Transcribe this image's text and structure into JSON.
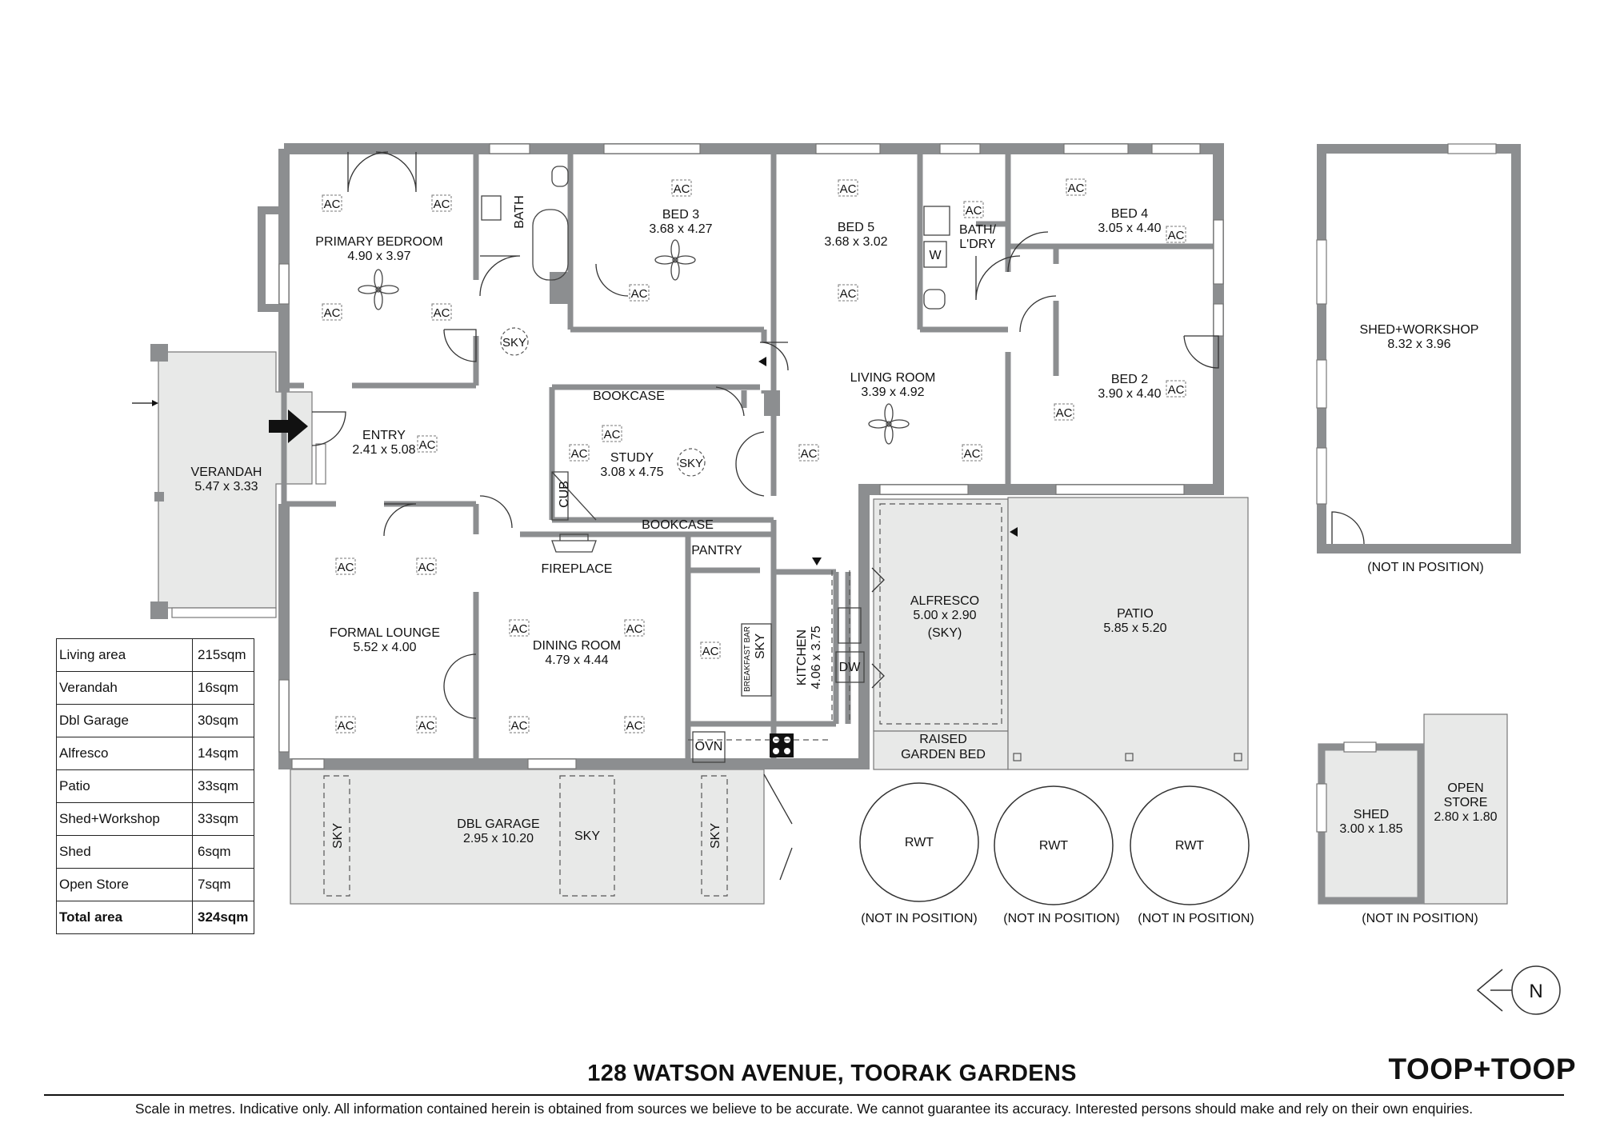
{
  "rooms": {
    "primary_bedroom": {
      "name": "PRIMARY BEDROOM",
      "size": "4.90 x 3.97"
    },
    "bath": {
      "name": "BATH"
    },
    "bed3": {
      "name": "BED 3",
      "size": "3.68 x 4.27"
    },
    "bed5": {
      "name": "BED 5",
      "size": "3.68 x 3.02"
    },
    "bath_ldry": {
      "name1": "BATH/",
      "name2": "L'DRY",
      "w": "W"
    },
    "bed4": {
      "name": "BED 4",
      "size": "3.05 x 4.40"
    },
    "bed2": {
      "name": "BED 2",
      "size": "3.90 x 4.40"
    },
    "living": {
      "name": "LIVING ROOM",
      "size": "3.39 x 4.92"
    },
    "entry": {
      "name": "ENTRY",
      "size": "2.41 x 5.08"
    },
    "verandah": {
      "name": "VERANDAH",
      "size": "5.47 x 3.33"
    },
    "study": {
      "name": "STUDY",
      "size": "3.08 x 4.75"
    },
    "bookcase_top": "BOOKCASE",
    "bookcase_bottom": "BOOKCASE",
    "cub": "CUB",
    "fireplace": "FIREPLACE",
    "pantry": "PANTRY",
    "formal_lounge": {
      "name": "FORMAL LOUNGE",
      "size": "5.52 x 4.00"
    },
    "dining": {
      "name": "DINING ROOM",
      "size": "4.79 x 4.44"
    },
    "kitchen": {
      "name": "KITCHEN",
      "size": "4.06 x 3.75",
      "breakfast_bar": "BREAKFAST BAR",
      "sky": "SKY",
      "dw": "DW",
      "ovn": "OVN"
    },
    "alfresco": {
      "name": "ALFRESCO",
      "size": "5.00 x 2.90",
      "note": "(SKY)"
    },
    "patio": {
      "name": "PATIO",
      "size": "5.85 x 5.20"
    },
    "raised_garden": {
      "line1": "RAISED",
      "line2": "GARDEN BED"
    },
    "garage": {
      "name": "DBL GARAGE",
      "size": "2.95 x 10.20",
      "sky": "SKY"
    },
    "shed_workshop": {
      "name": "SHED+WORKSHOP",
      "size": "8.32 x 3.96"
    },
    "shed": {
      "name": "SHED",
      "size": "3.00 x 1.85"
    },
    "open_store": {
      "name1": "OPEN",
      "name2": "STORE",
      "size": "2.80 x 1.80"
    },
    "rwt": "RWT"
  },
  "labels": {
    "ac": "AC",
    "sky": "SKY",
    "not_in_position": "(NOT IN POSITION)",
    "north": "N"
  },
  "area_table": [
    {
      "label": "Living area",
      "value": "215sqm"
    },
    {
      "label": "Verandah",
      "value": "16sqm"
    },
    {
      "label": "Dbl Garage",
      "value": "30sqm"
    },
    {
      "label": "Alfresco",
      "value": "14sqm"
    },
    {
      "label": "Patio",
      "value": "33sqm"
    },
    {
      "label": "Shed+Workshop",
      "value": "33sqm"
    },
    {
      "label": "Shed",
      "value": "6sqm"
    },
    {
      "label": "Open Store",
      "value": "7sqm"
    },
    {
      "label": "Total area",
      "value": "324sqm"
    }
  ],
  "footer": {
    "address": "128 WATSON AVENUE, TOORAK GARDENS",
    "brand": "TOOP+TOOP",
    "disclaimer": "Scale in metres. Indicative only. All information contained herein is obtained from sources we believe to be accurate. We cannot guarantee its accuracy. Interested persons should make and rely on their own enquiries."
  }
}
